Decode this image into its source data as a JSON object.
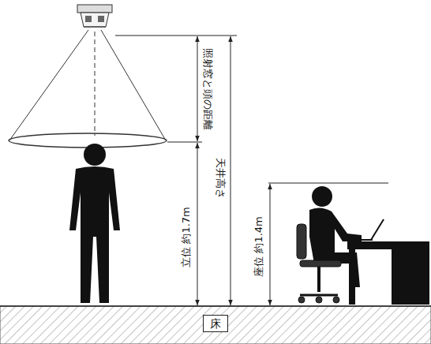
{
  "diagram": {
    "nodes": [
      {
        "text": [
          "床"
        ]
      }
    ],
    "labels": [
      "照射窓と頭の距離",
      "天井高さ",
      "立位 約1.7m",
      "座位 約1.4m"
    ]
  }
}
